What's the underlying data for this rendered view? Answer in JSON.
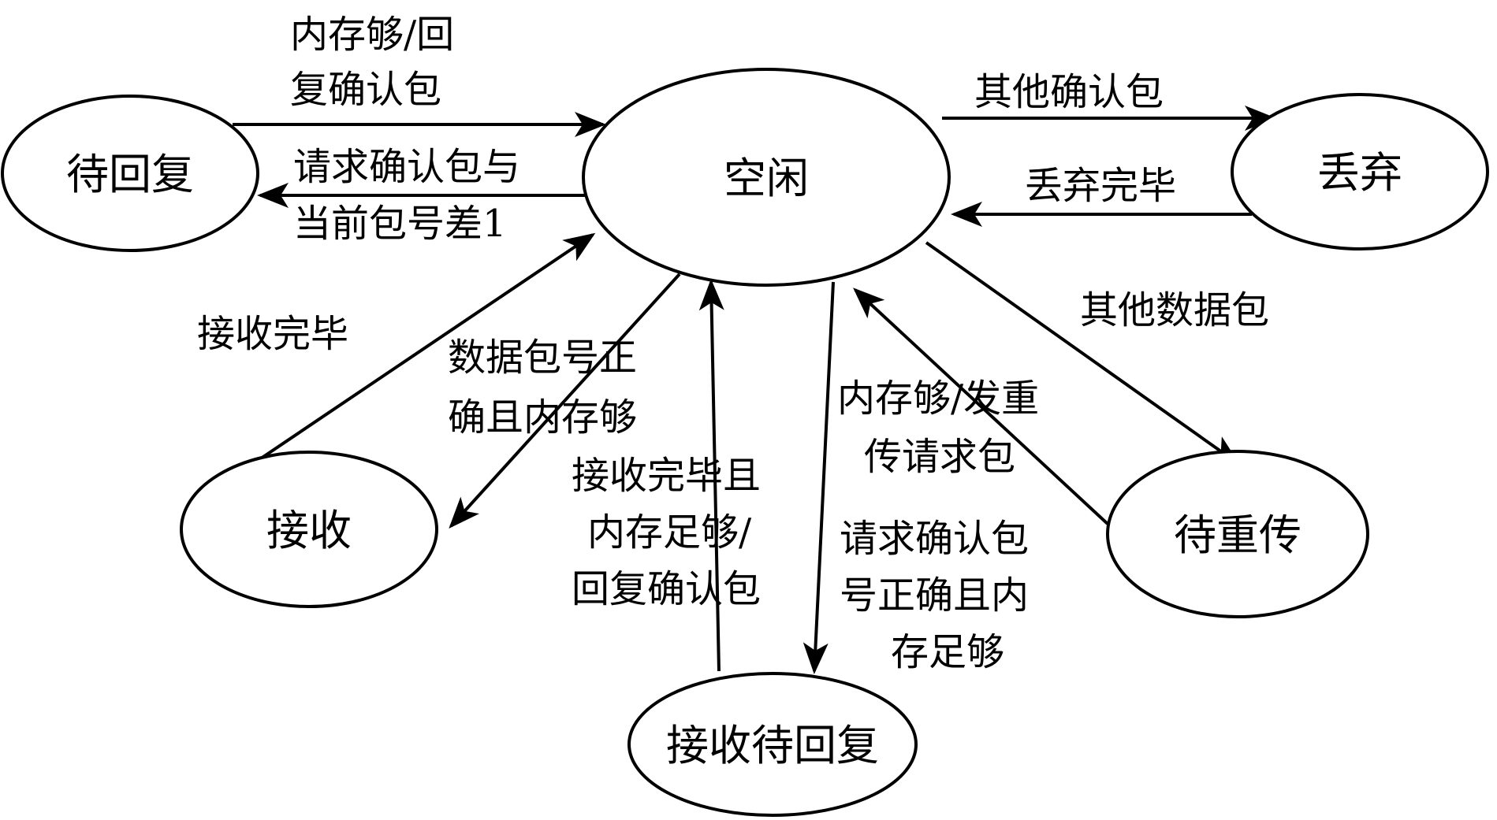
{
  "diagram": {
    "nodes": {
      "idle": "空闲",
      "wait_reply": "待回复",
      "discard": "丢弃",
      "receive": "接收",
      "wait_retransmit": "待重传",
      "receive_wait_reply": "接收待回复"
    },
    "edges": {
      "wait_reply_to_idle": [
        "内存够/回",
        "复确认包"
      ],
      "idle_to_wait_reply": [
        "请求确认包与",
        "当前包号差1"
      ],
      "idle_to_discard": [
        "其他确认包"
      ],
      "discard_to_idle": [
        "丢弃完毕"
      ],
      "receive_to_idle": [
        "接收完毕"
      ],
      "idle_to_receive": [
        "数据包号正",
        "确且内存够"
      ],
      "receive_wait_reply_to_idle": [
        "接收完毕且",
        "内存足够/",
        "回复确认包"
      ],
      "idle_to_receive_wait_reply": [
        "请求确认包",
        "号正确且内",
        "存足够"
      ],
      "wait_retransmit_to_idle": [
        "内存够/发重",
        "传请求包"
      ],
      "idle_to_wait_retransmit": [
        "其他数据包"
      ]
    }
  }
}
